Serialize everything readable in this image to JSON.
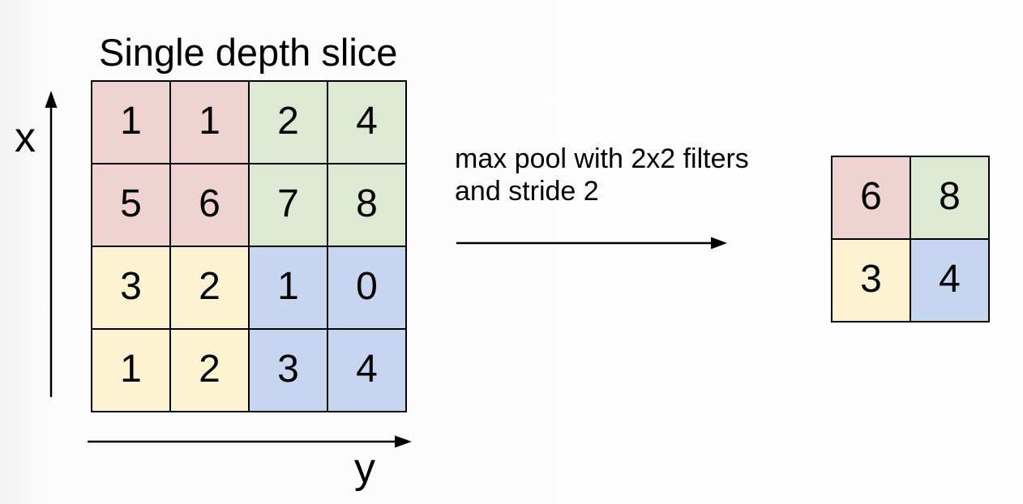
{
  "diagram": {
    "title": "Single depth slice"
  },
  "axes": {
    "x_label": "x",
    "y_label": "y"
  },
  "annotation": {
    "line1": "max pool with 2x2 filters",
    "line2": "and stride 2"
  },
  "input_grid": {
    "rows": 4,
    "cols": 4,
    "cells": [
      "1",
      "1",
      "2",
      "4",
      "5",
      "6",
      "7",
      "8",
      "3",
      "2",
      "1",
      "0",
      "1",
      "2",
      "3",
      "4"
    ],
    "quadrants": {
      "top_left": "pink",
      "top_right": "green",
      "bottom_left": "yellow",
      "bottom_right": "blue"
    }
  },
  "output_grid": {
    "rows": 2,
    "cols": 2,
    "cells": [
      "6",
      "8",
      "3",
      "4"
    ],
    "quadrants": {
      "top_left": "pink",
      "top_right": "green",
      "bottom_left": "yellow",
      "bottom_right": "blue"
    }
  },
  "colors": {
    "quadrant_pink": "#efd3d1",
    "quadrant_green": "#dde9d3",
    "quadrant_yellow": "#fdf3d2",
    "quadrant_blue": "#c7d6f0",
    "ink": "#000000"
  }
}
